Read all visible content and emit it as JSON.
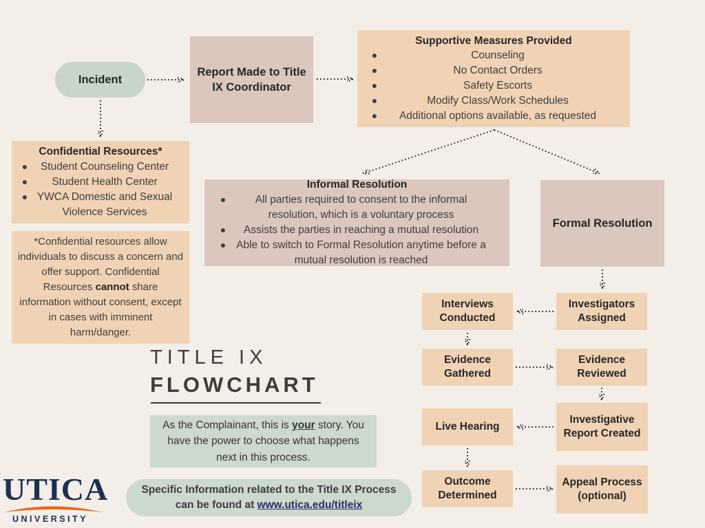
{
  "colors": {
    "bg": "#f3eee7",
    "peach": "#f0d3b5",
    "mauve": "#dbc7be",
    "sage": "#c8d5c9",
    "green": "#ccd9cd",
    "arrow": "#1c1c1c",
    "navy": "#1d3050",
    "orange": "#e5671d",
    "link": "#252e66",
    "heading": "#262626",
    "body": "#3e3e3e",
    "title": "#3d3d3d"
  },
  "nodes": {
    "incident": {
      "label": "Incident"
    },
    "report": {
      "label": "Report Made to Title IX Coordinator"
    },
    "supportive": {
      "title": "Supportive Measures Provided",
      "items": [
        "Counseling",
        "No Contact Orders",
        "Safety Escorts",
        "Modify Class/Work Schedules",
        "Additional options available, as requested"
      ]
    },
    "confidential": {
      "title": "Confidential Resources*",
      "items": [
        "Student Counseling Center",
        "Student Health Center",
        "YWCA Domestic and Sexual Violence Services"
      ]
    },
    "confidential_note": {
      "pre": "*Confidential resources allow individuals to discuss a concern and offer support. Confidential Resources ",
      "bold": "cannot",
      "post": " share information without consent, except in cases with imminent harm/danger."
    },
    "informal": {
      "title": "Informal Resolution",
      "items": [
        "All parties required to consent to the informal resolution, which is a voluntary process",
        "Assists the parties in reaching a mutual resolution",
        "Able to switch to Formal Resolution anytime before a mutual resolution is reached"
      ]
    },
    "formal": {
      "label": "Formal Resolution"
    },
    "investigators": {
      "label": "Investigators Assigned"
    },
    "interviews": {
      "label": "Interviews Conducted"
    },
    "evidence_gathered": {
      "label": "Evidence Gathered"
    },
    "evidence_reviewed": {
      "label": "Evidence Reviewed"
    },
    "report_created": {
      "label": "Investigative Report Created"
    },
    "live_hearing": {
      "label": "Live Hearing"
    },
    "outcome": {
      "label": "Outcome Determined"
    },
    "appeal": {
      "label": "Appeal Process (optional)"
    }
  },
  "title_block": {
    "line1": "TITLE IX",
    "line2": "FLOWCHART"
  },
  "complainant_note": {
    "pre": "As the Complainant, this is ",
    "emph": "your",
    "post": " story. You have the power to choose what happens next in this process."
  },
  "footer": {
    "info_pre": "Specific Information related to the Title IX Process can be found at ",
    "link": "www.utica.edu/titleix"
  },
  "logo": {
    "wordmark": "UTICA",
    "subtext": "UNIVERSITY"
  }
}
